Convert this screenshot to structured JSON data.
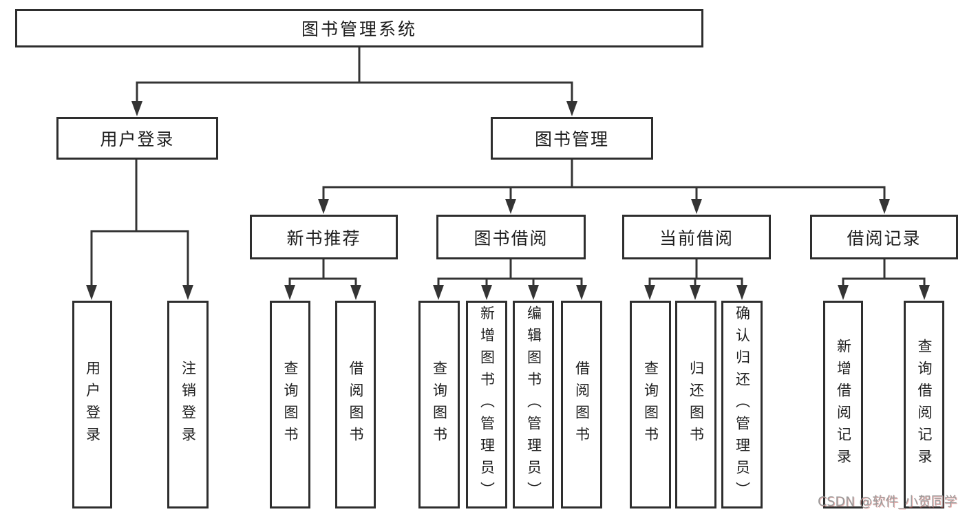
{
  "diagram_title": "图书管理系统",
  "colors": {
    "line": "#343434",
    "box_border": "#2e2e2e",
    "text": "#1e1e1e",
    "watermark_gray": "#9b9b9b",
    "watermark_red": "#d65c56"
  },
  "nodes": {
    "root": "图书管理系统",
    "user_login": "用户登录",
    "book_mgmt": "图书管理",
    "new_book_rec": "新书推荐",
    "book_borrow": "图书借阅",
    "current_borrow": "当前借阅",
    "borrow_record": "借阅记录",
    "leaf_user_login": "用户登录",
    "leaf_logout": "注销登录",
    "leaf_nbr_query": "查询图书",
    "leaf_nbr_borrow": "借阅图书",
    "leaf_bb_query": "查询图书",
    "leaf_bb_add": "新增图书（管理员）",
    "leaf_bb_edit": "编辑图书（管理员）",
    "leaf_bb_borrow": "借阅图书",
    "leaf_cb_query": "查询图书",
    "leaf_cb_return": "归还图书",
    "leaf_cb_confirm": "确认归还（管理员）",
    "leaf_br_add": "新增借阅记录",
    "leaf_br_query": "查询借阅记录"
  },
  "watermark": "CSDN @软件_小贺同学"
}
